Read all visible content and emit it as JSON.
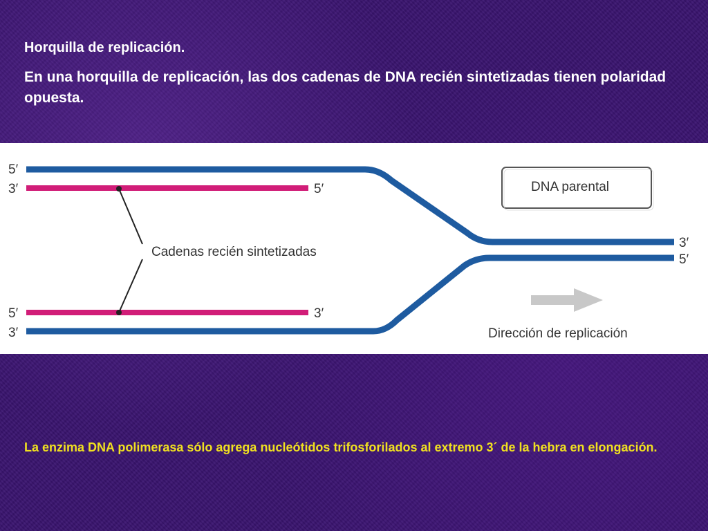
{
  "slide": {
    "title": "Horquilla de replicación.",
    "subtitle": "En una horquilla de replicación, las dos cadenas de DNA recién sintetizadas tienen polaridad opuesta.",
    "caption": "La enzima DNA polimerasa sólo agrega nucleótidos trifosforilados al extremo 3´ de la hebra en elongación."
  },
  "diagram": {
    "parental_box_label": "DNA parental",
    "new_strands_label": "Cadenas recién sintetizadas",
    "direction_label": "Dirección de replicación",
    "top_parental_left_end": "5′",
    "top_new_left_end": "3′",
    "top_new_right_end": "5′",
    "bottom_new_left_end": "5′",
    "bottom_new_right_end": "3′",
    "bottom_parental_left_end": "3′",
    "right_upper_end": "3′",
    "right_lower_end": "5′",
    "colors": {
      "parental": "#1e5ba0",
      "new": "#d11d78",
      "arrow": "#c8c8c8",
      "pointer": "#222222"
    }
  }
}
